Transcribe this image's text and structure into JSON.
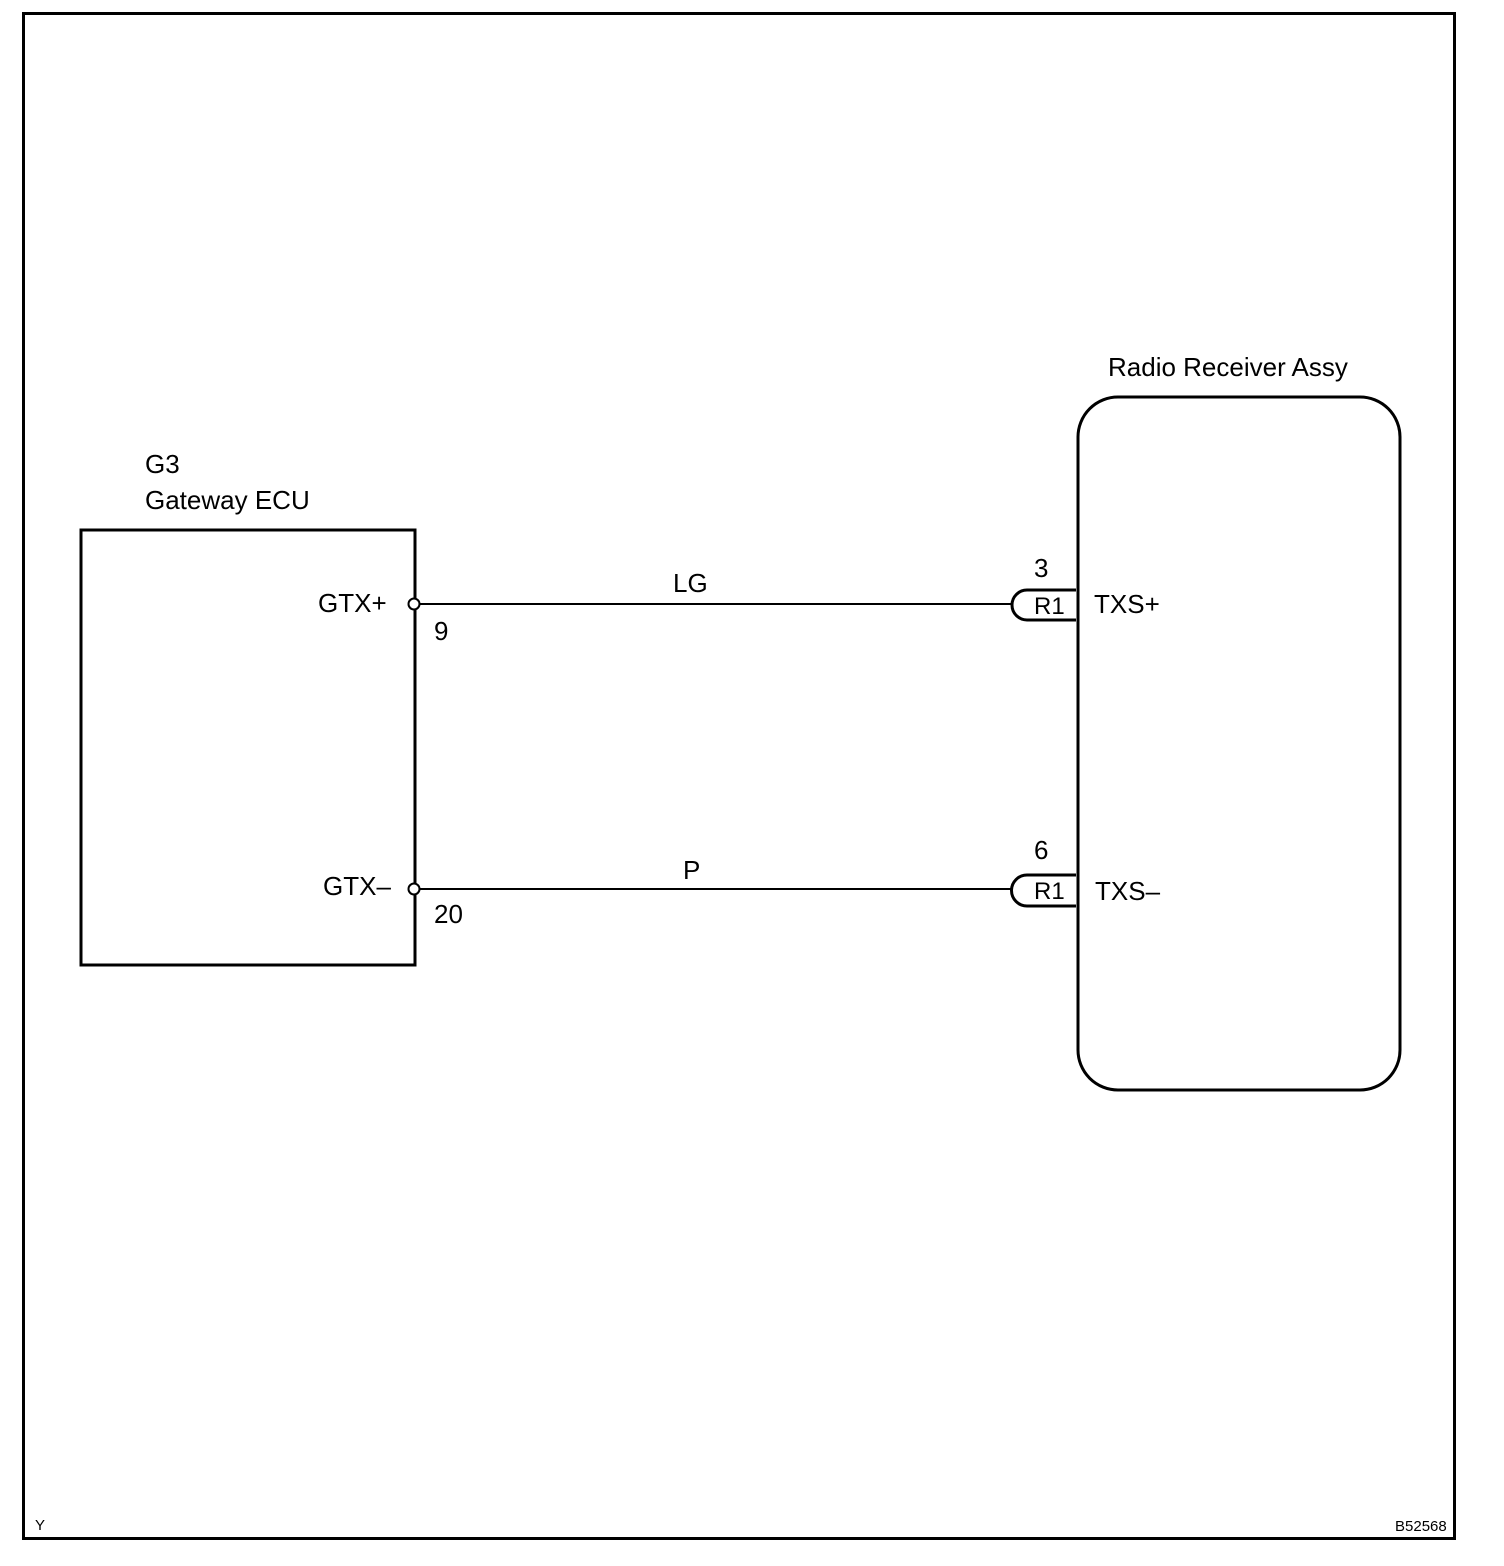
{
  "ecu": {
    "code": "G3",
    "name": "Gateway ECU"
  },
  "receiver": {
    "name": "Radio Receiver Assy"
  },
  "wires": [
    {
      "ecu_terminal": "GTX+",
      "ecu_pin": "9",
      "color": "LG",
      "connector": "R1",
      "receiver_pin": "3",
      "receiver_terminal": "TXS+"
    },
    {
      "ecu_terminal": "GTX–",
      "ecu_pin": "20",
      "color": "P",
      "connector": "R1",
      "receiver_pin": "6",
      "receiver_terminal": "TXS–"
    }
  ],
  "footer": {
    "left": "Y",
    "right": "B52568"
  }
}
